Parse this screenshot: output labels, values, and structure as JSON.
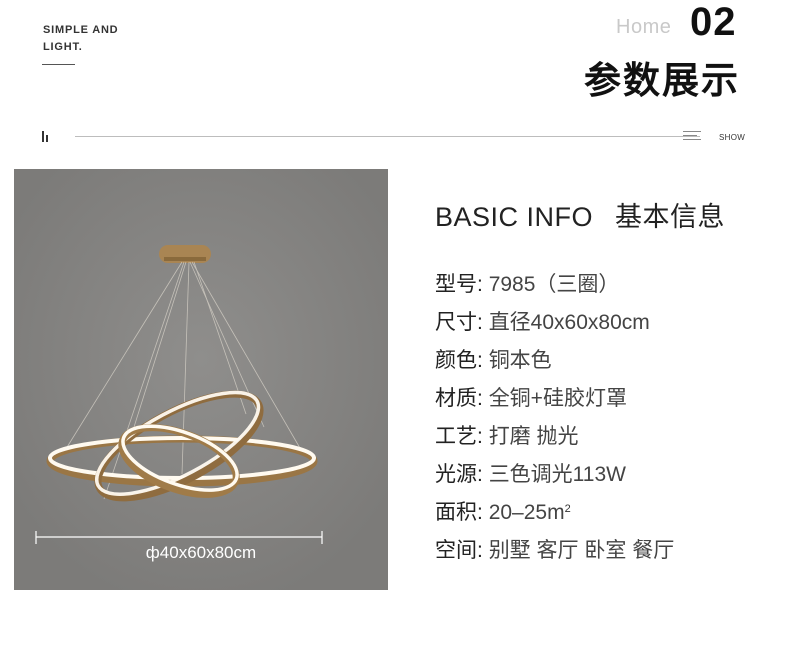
{
  "header": {
    "brand_line1": "SIMPLE AND",
    "brand_line2": "LIGHT.",
    "home": "Home",
    "section_number": "02",
    "section_title": "参数展示",
    "show_label": "SHOW"
  },
  "product_image": {
    "dimension_label": "ф40x60x80cm"
  },
  "info": {
    "heading_en": "BASIC INFO",
    "heading_cn": "基本信息",
    "specs": [
      {
        "key": "型号:",
        "value": "7985（三圈）"
      },
      {
        "key": "尺寸:",
        "value": "直径40x60x80cm"
      },
      {
        "key": "颜色:",
        "value": "铜本色"
      },
      {
        "key": "材质:",
        "value": "全铜+硅胶灯罩"
      },
      {
        "key": "工艺:",
        "value": "打磨 抛光"
      },
      {
        "key": "光源:",
        "value": "三色调光113W"
      },
      {
        "key": "面积:",
        "value": "20–25m",
        "superscript": "2"
      },
      {
        "key": "空间:",
        "value": "别墅 客厅 卧室 餐厅"
      }
    ]
  },
  "colors": {
    "photo_background": "#858482",
    "brass": "#b08a55",
    "led_glow": "#fffaf0"
  }
}
